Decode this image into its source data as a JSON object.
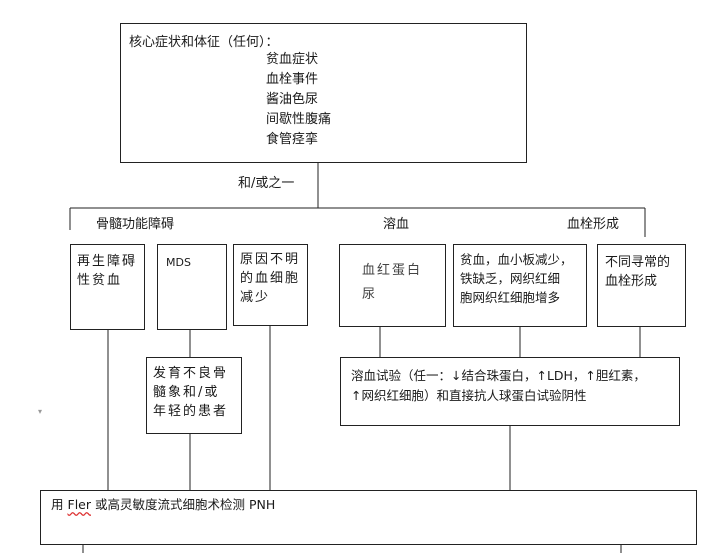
{
  "core": {
    "title": "核心症状和体征（任何）：",
    "items": [
      "贫血症状",
      "血栓事件",
      "酱油色尿",
      "间歇性腹痛",
      "食管痉挛"
    ]
  },
  "connector_label": "和/或之一",
  "categories": {
    "bone_marrow": "骨髓功能障碍",
    "hemolysis": "溶血",
    "thrombosis": "血栓形成"
  },
  "boxes": {
    "aplastic_line1": "再生障碍",
    "aplastic_line2": "性贫血",
    "mds": "MDS",
    "cytopenia_line1": "原因不明",
    "cytopenia_line2": "的血细胞",
    "cytopenia_line3": "减少",
    "hemoglobinuria_line1": "血红蛋白",
    "hemoglobinuria_line2": "尿",
    "anemia_line1": "贫血，血小板减少，",
    "anemia_line2": "铁缺乏，网织红细",
    "anemia_line3": "胞网织红细胞增多",
    "unusual_thrombosis_line1": "不同寻常的",
    "unusual_thrombosis_line2": "血栓形成",
    "dysplasia_line1": "发育不良骨",
    "dysplasia_line2": "髓象和/或",
    "dysplasia_line3": "年轻的患者",
    "hemolysis_test_line1": "溶血试验（任一：↓结合珠蛋白，↑LDH，↑胆红素，",
    "hemolysis_test_line2": "↑网织红细胞）和直接抗人球蛋白试验阴性",
    "pnh_prefix": "用",
    "pnh_flaer": "Fler",
    "pnh_suffix": "或高灵敏度流式细胞术检测 PNH"
  },
  "side_mark": "▾"
}
